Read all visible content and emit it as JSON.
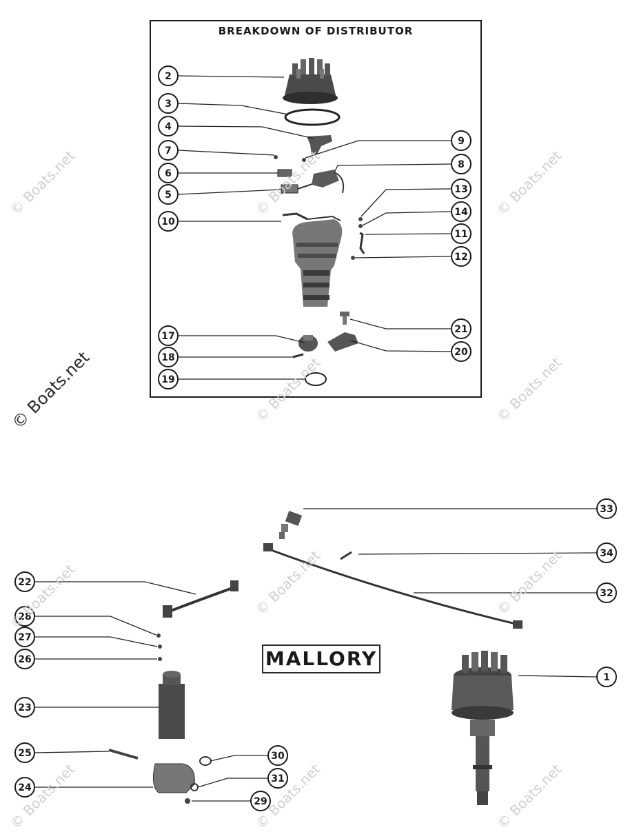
{
  "diagram": {
    "title": "BREAKDOWN OF DISTRIBUTOR",
    "brand_label": "MALLORY",
    "watermark": "© Boats.net",
    "callouts": [
      "1",
      "2",
      "3",
      "4",
      "5",
      "6",
      "7",
      "8",
      "9",
      "10",
      "11",
      "12",
      "13",
      "14",
      "17",
      "18",
      "19",
      "20",
      "21",
      "22",
      "23",
      "24",
      "25",
      "26",
      "27",
      "28",
      "29",
      "30",
      "31",
      "32",
      "33",
      "34"
    ]
  }
}
